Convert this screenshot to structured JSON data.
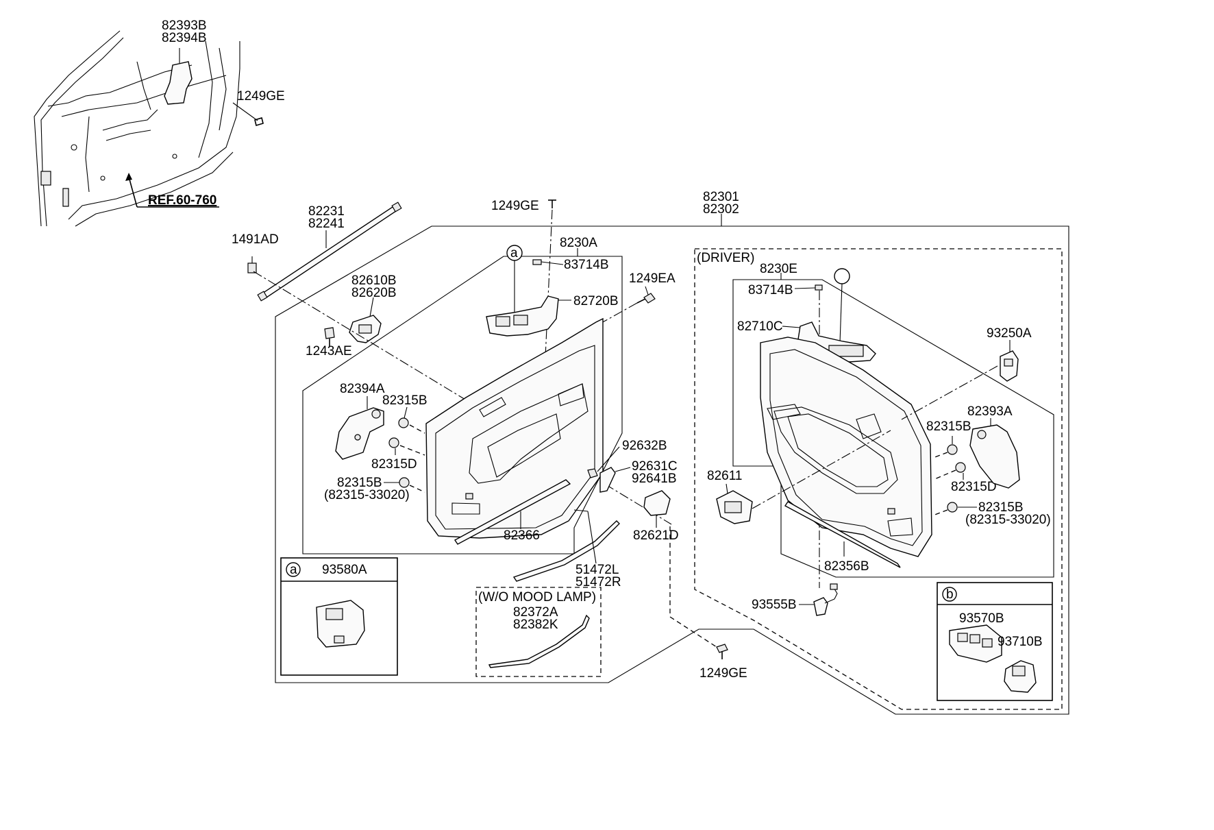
{
  "labels": {
    "p82393B": "82393B",
    "p82394B": "82394B",
    "p1249GE_top": "1249GE",
    "ref": "REF.60-760",
    "p82231": "82231",
    "p82241": "82241",
    "p1491AD": "1491AD",
    "p1249GE_mid": "1249GE",
    "p82301": "82301",
    "p82302": "82302",
    "p8230A": "8230A",
    "callout_a": "a",
    "p83714B_left": "83714B",
    "p1249EA": "1249EA",
    "p82610B": "82610B",
    "p82620B": "82620B",
    "p82720B": "82720B",
    "p1243AE": "1243AE",
    "p82394A": "82394A",
    "p82315B_l1": "82315B",
    "p82315D_l": "82315D",
    "p82315B_l2": "82315B",
    "p82315_33020_l": "(82315-33020)",
    "p92632B": "92632B",
    "p92631C": "92631C",
    "p92641B": "92641B",
    "p82366": "82366",
    "p82621D": "82621D",
    "p51472L": "51472L",
    "p51472R": "51472R",
    "wo_mood_lamp": "(W/O MOOD LAMP)",
    "p82372A": "82372A",
    "p82382K": "82382K",
    "legend_a_letter": "a",
    "p93580A": "93580A",
    "p1249GE_bot": "1249GE",
    "driver": "(DRIVER)",
    "p8230E": "8230E",
    "callout_b": "b",
    "p83714B_right": "83714B",
    "p82710C": "82710C",
    "p93250A": "93250A",
    "p82393A": "82393A",
    "p82315B_r1": "82315B",
    "p82611": "82611",
    "p82315D_r": "82315D",
    "p82315B_r2": "82315B",
    "p82315_33020_r": "(82315-33020)",
    "p82356B": "82356B",
    "p93555B": "93555B",
    "legend_b_letter": "b",
    "p93570B": "93570B",
    "p93710B": "93710B"
  }
}
